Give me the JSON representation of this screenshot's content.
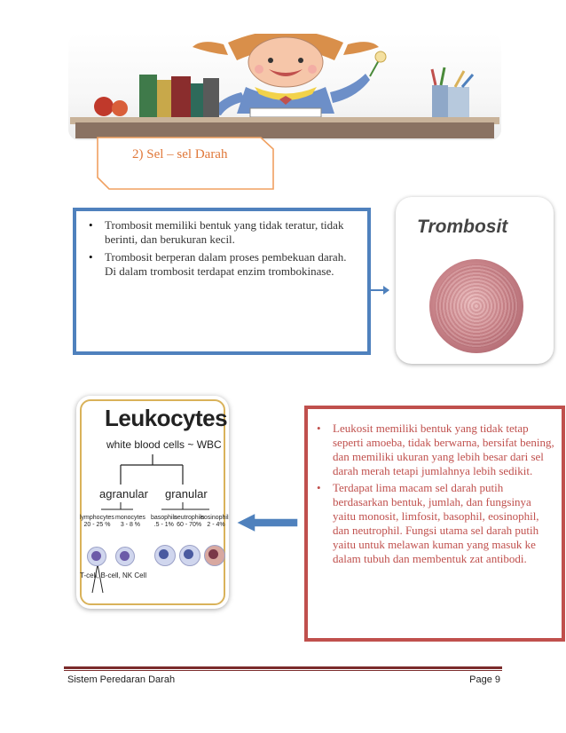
{
  "section_heading": "2) Sel – sel Darah",
  "platelet_points": [
    "Trombosit memiliki bentuk yang tidak teratur, tidak berinti, dan berukuran kecil.",
    "Trombosit berperan dalam proses pembekuan darah. Di dalam trombosit terdapat enzim trombokinase."
  ],
  "platelet_image": {
    "title": "Trombosit"
  },
  "leukocyte_image": {
    "title": "Leukocytes",
    "subtitle": "white blood cells ~ WBC",
    "group_agranular": "agranular",
    "group_granular": "granular",
    "cells": [
      {
        "name": "lymphocytes",
        "pct": "20 - 25 %"
      },
      {
        "name": "monocytes",
        "pct": "3 - 8 %"
      },
      {
        "name": "basophils",
        "pct": ".5 - 1%"
      },
      {
        "name": "neutrophils",
        "pct": "60 - 70%"
      },
      {
        "name": "eosinophils",
        "pct": "2 - 4%"
      }
    ],
    "lymph_note": "T-cell, B-cell, NK Cell"
  },
  "leukocyte_points": [
    "Leukosit memiliki bentuk yang tidak tetap seperti amoeba, tidak berwarna, bersifat bening, dan memiliki ukuran yang lebih besar dari sel darah merah tetapi jumlahnya lebih sedikit.",
    "Terdapat lima macam sel darah putih berdasarkan bentuk, jumlah, dan fungsinya yaitu monosit, limfosit, basophil, eosinophil, dan neutrophil. Fungsi utama sel darah putih yaitu untuk melawan kuman yang masuk ke dalam tubuh dan membentuk zat antibodi."
  ],
  "footer": {
    "left": "Sistem Peredaran Darah",
    "right": "Page 9"
  },
  "colors": {
    "platelet_border": "#4f81bd",
    "leukocyte_border": "#c0504d",
    "heading_text": "#e0783a",
    "footer_rule": "#7b2b2b"
  }
}
